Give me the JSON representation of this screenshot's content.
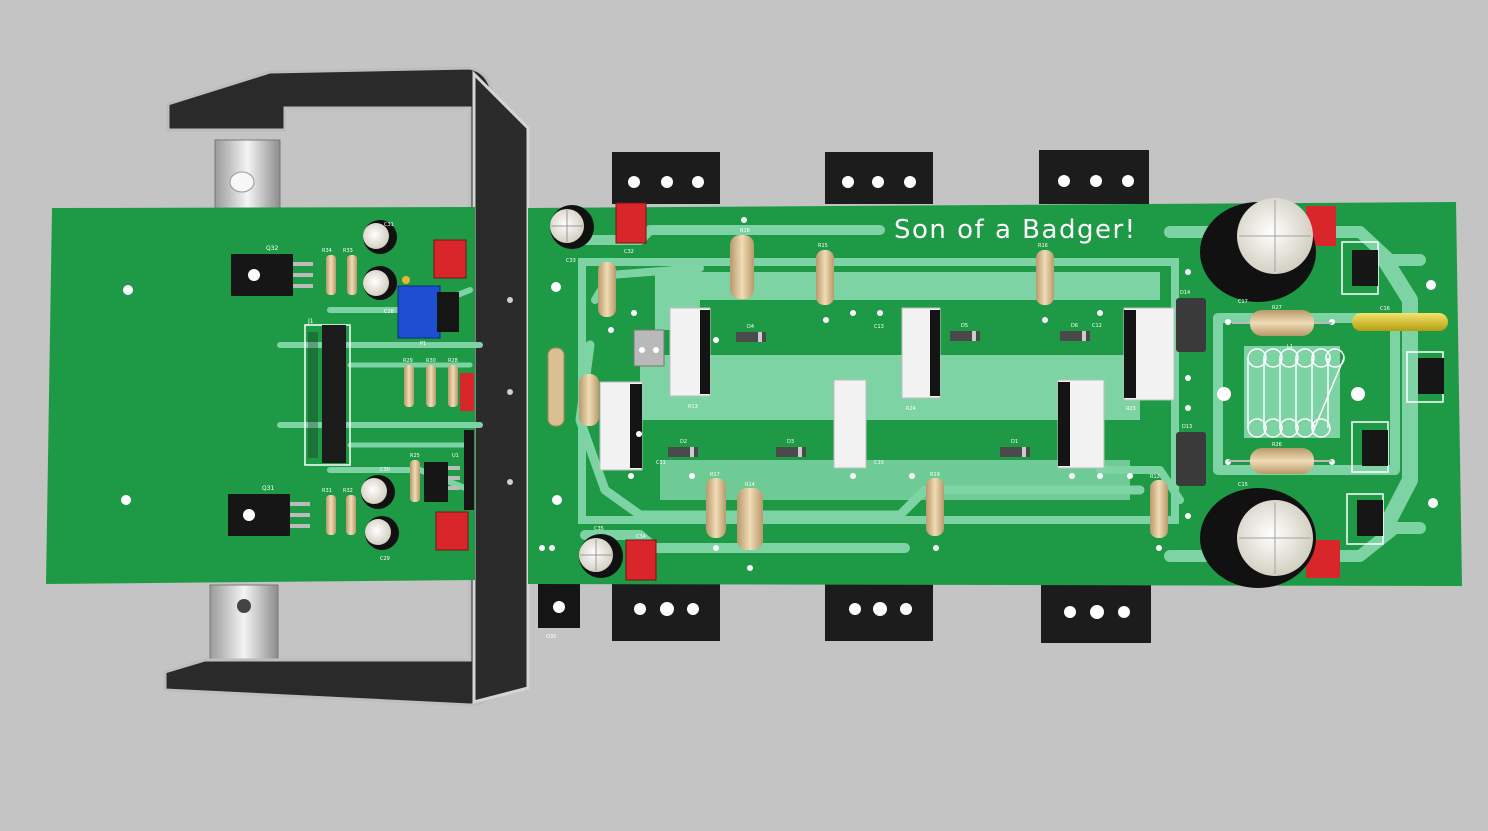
{
  "board": {
    "title": "Son of a Badger!",
    "colors": {
      "background": "#c4c4c4",
      "pcb": "#1e9a46",
      "trace": "#7ed3a4",
      "package": "#151515",
      "heatsink": "#2b2b2b",
      "bracket": "#d6d6d6",
      "resistor": "#d9bf93",
      "smd_cap": "#d9262b",
      "trimmer": "#1f4fd1",
      "ceramic": "#e8d33a",
      "white_body": "#f2f2f2",
      "electrolytic": "#e9e6dc"
    }
  },
  "labels": {
    "q_upper_left": "Q32",
    "q_lower_left": "Q31",
    "q_bottom_small": "Q30",
    "r_upper_mid": "R27",
    "r_lower_mid": "R26",
    "c_upper_right": "C17",
    "c_lower_right": "C15",
    "inductor": "L1",
    "res_big_upper": "R23",
    "res_big_mid": "R24",
    "res_big_low": "R13",
    "d_upper": "D4",
    "d_mid": "D5",
    "d_right": "D6",
    "d_low_left": "D2",
    "d_low_mid": "D3",
    "d_low_right": "D1",
    "c_top": "C33",
    "c_bot": "C35",
    "c_red_top": "C32",
    "c_red_bot": "C34",
    "diode_box_upper": "D14",
    "diode_box_lower": "D13",
    "r_left_a": "R34",
    "r_left_b": "R33",
    "r_left_c": "R31",
    "r_left_d": "R32",
    "r_mid_a": "R29",
    "r_mid_b": "R30",
    "r_mid_c": "R28",
    "r_ic": "R25",
    "c_left_top": "C31",
    "c_left_bot": "C30",
    "c_left_b1": "C28",
    "c_left_b2": "C29",
    "trim": "P1",
    "ic": "U1",
    "conn": "J1",
    "r_upper_1": "R15",
    "r_upper_2": "R16",
    "r_upper_3": "R18",
    "r_lower_1": "R17",
    "r_lower_2": "R14",
    "r_lower_3": "R19",
    "r_lower_4": "R12",
    "c_mid1": "C13",
    "c_mid2": "C12",
    "c_mid3": "C11",
    "c_mid4": "C10",
    "c_right_y": "C16"
  }
}
